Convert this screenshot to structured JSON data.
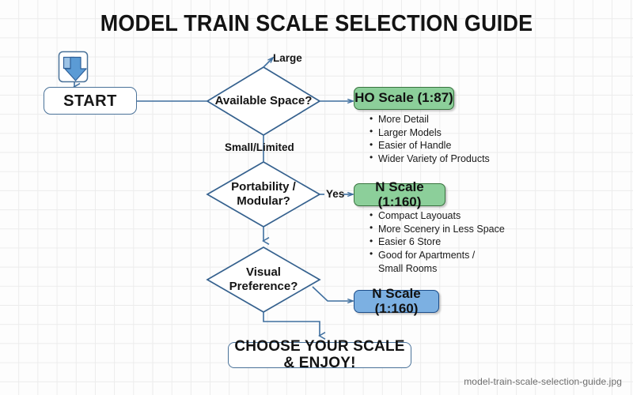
{
  "title": "MODEL TRAIN SCALE SELECTION GUIDE",
  "watermark": "model-train-scale-selection-guide.jpg",
  "colors": {
    "background": "#fdfdfd",
    "grid_line": "#ececec",
    "connector": "#3f6f9f",
    "diamond_stroke": "#35618e",
    "box_stroke": "#4a7299",
    "result_green_fill": "#8ccf9a",
    "result_green_stroke": "#39743f",
    "result_blue_fill": "#7cb0e2",
    "result_blue_stroke": "#1d4e8a",
    "text": "#131313",
    "watermark_text": "#6e6e6e",
    "icon_blue": "#5b9bd5"
  },
  "start": {
    "label": "START",
    "icon": "insert-download-arrow-icon"
  },
  "decisions": [
    {
      "id": "available-space",
      "label": "Available Space?"
    },
    {
      "id": "portability-modular",
      "label": "Portability /\nModular?"
    },
    {
      "id": "visual-preference",
      "label": "Visual\nPreference?"
    }
  ],
  "edge_labels": {
    "large": "Large",
    "small_limited": "Small/Limited",
    "yes": "Yes"
  },
  "results": [
    {
      "id": "ho-scale",
      "label": "HO Scale (1:87)",
      "style": "green",
      "bullets": [
        "More Detail",
        "Larger Models",
        "Easier of Handle",
        "Wider Variety of Products"
      ]
    },
    {
      "id": "n-scale-portable",
      "label": "N Scale (1:160)",
      "style": "green",
      "bullets": [
        "Compact Layouats",
        "More Scenery in Less Space",
        "Easier 6 Store",
        "Good for Apartments /\nSmall Rooms"
      ]
    },
    {
      "id": "n-scale-visual",
      "label": "N Scale (1:160)",
      "style": "blue",
      "bullets": []
    }
  ],
  "final": {
    "label": "CHOOSE YOUR SCALE & ENJOY!"
  }
}
